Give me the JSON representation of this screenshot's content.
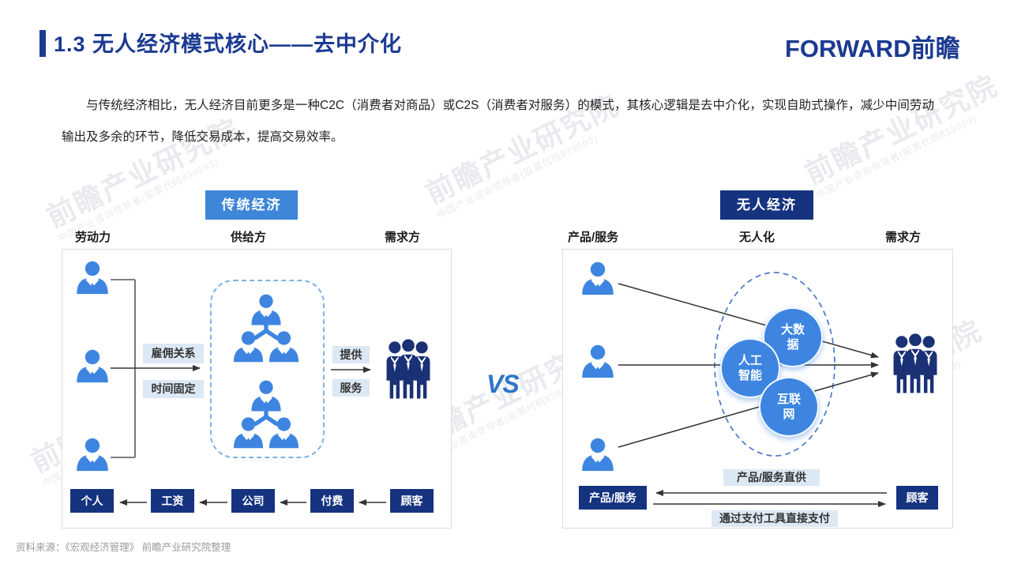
{
  "slide": {
    "title": "1.3 无人经济模式核心——去中介化",
    "logo": "FORWARD前瞻",
    "intro": "与传统经济相比，无人经济目前更多是一种C2C（消费者对商品）或C2S（消费者对服务）的模式，其核心逻辑是去中介化，实现自助式操作，减少中间劳动输出及多余的环节，降低交易成本，提高交易效率。",
    "vs": "VS",
    "source": "资料来源：《宏观经济管理》 前瞻产业研究院整理"
  },
  "traditional": {
    "badge": "传统经济",
    "columns": [
      "劳动力",
      "供给方",
      "需求方"
    ],
    "labor_labels": [
      "雇佣关系",
      "时间固定"
    ],
    "supply_labels": [
      "提供",
      "服务"
    ],
    "flow": [
      "个人",
      "工资",
      "公司",
      "付费",
      "顾客"
    ]
  },
  "unmanned": {
    "badge": "无人经济",
    "columns": [
      "产品/服务",
      "无人化",
      "需求方"
    ],
    "circles": [
      "大数据",
      "人工智能",
      "互联网"
    ],
    "top_label": "产品/服务直供",
    "bottom_label": "通过支付工具直接支付",
    "flow": [
      "产品/服务",
      "顾客"
    ]
  },
  "watermark": {
    "main": "前瞻产业研究院",
    "sub": "中国产业咨询领导者(股票代码839599)"
  },
  "colors": {
    "title_navy": "#1c3a91",
    "badge_blue": "#3e86d8",
    "badge_navy": "#16337f",
    "person_blue": "#3d85e0",
    "crowd_navy": "#1b3176",
    "chip_bg": "#dce8f4",
    "vs_blue": "#2e75c8"
  }
}
